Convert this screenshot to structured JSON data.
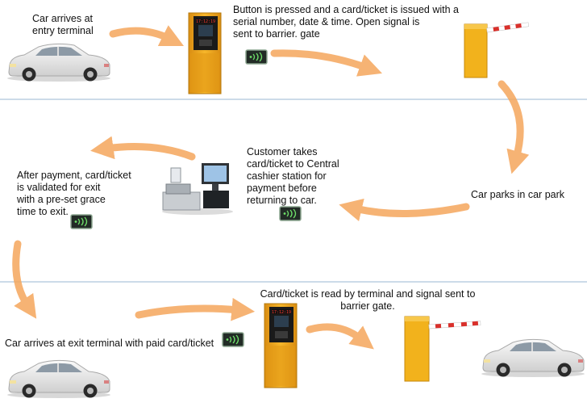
{
  "steps": {
    "entry_caption": "Car arrives at\nentry terminal",
    "ticket_caption": "Button is pressed and a card/ticket is issued with a\nserial number, date & time. Open signal  is\nsent to barrier. gate",
    "park_caption": "Car parks in car park",
    "cashier_caption": "Customer  takes\ncard/ticket to Central\ncashier station for\npayment before\nreturning to car.",
    "validate_caption": "After payment, card/ticket\nis validated for exit\nwith a pre-set grace\ntime to exit.",
    "read_caption": "Card/ticket is read by terminal and signal sent to\nbarrier gate.",
    "exit_caption": "Car arrives at exit terminal with paid card/ticket"
  },
  "terminal_display": "17:12:19",
  "colors": {
    "arrow": "#f5a65c",
    "terminal": "#f0a820",
    "barrier": "#f2b21c",
    "divider": "#9ab7d3",
    "car": "#ececec"
  },
  "icons": [
    "car-icon",
    "ticket-terminal-icon",
    "barrier-gate-icon",
    "card-reader-icon",
    "cashier-station-icon"
  ]
}
